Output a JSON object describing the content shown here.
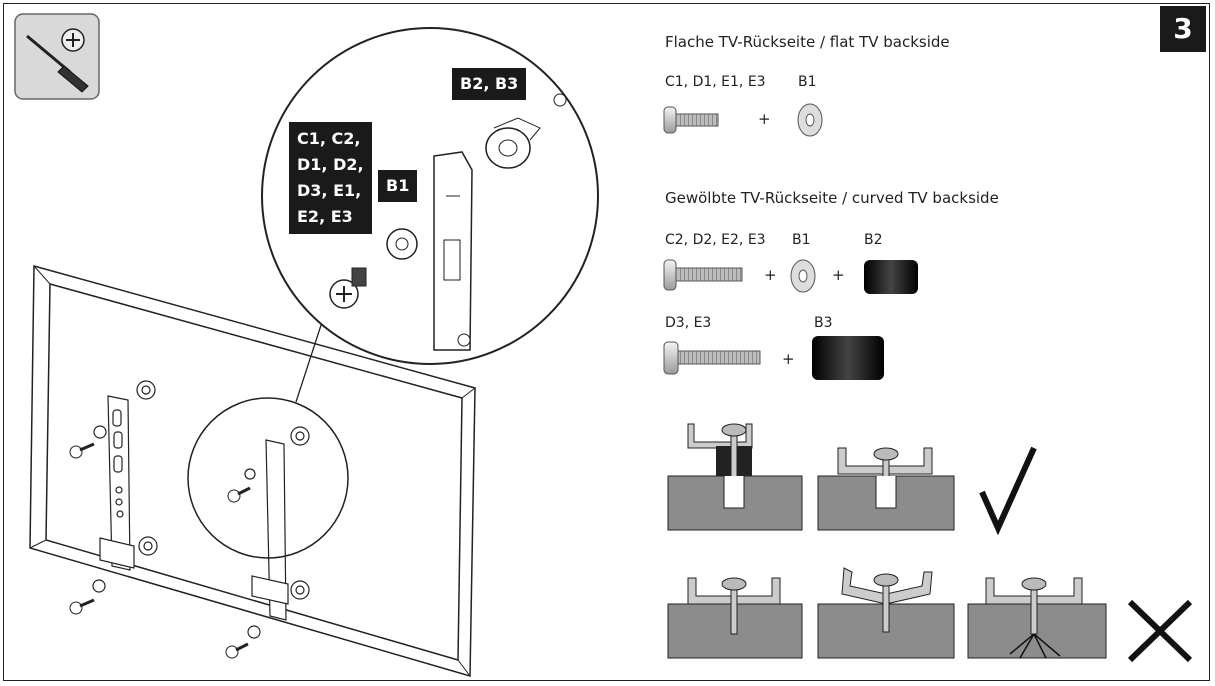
{
  "step_number": "3",
  "tool_icon": "screwdriver-icon",
  "callouts": {
    "screw_label": "C1, C2,\nD1, D2,\nD3, E1,\nE2, E3",
    "washer_label": "B1",
    "spacer_label": "B2, B3"
  },
  "flat_section": {
    "title": "Flache TV-Rückseite / flat TV backside",
    "row1": {
      "screw_label": "C1, D1, E1, E3",
      "plus": "+",
      "washer_label": "B1"
    }
  },
  "curved_section": {
    "title": "Gewölbte TV-Rückseite / curved TV backside",
    "row1": {
      "screw_label": "C2, D2, E2, E3",
      "washer_label": "B1",
      "spacer_label": "B2",
      "plus1": "+",
      "plus2": "+"
    },
    "row2": {
      "screw_label": "D3, E3",
      "spacer_label": "B3",
      "plus": "+"
    }
  },
  "examples": {
    "correct_icon": "checkmark-icon",
    "wrong_icon": "cross-icon"
  },
  "colors": {
    "ink": "#1a1a1a",
    "panel": "#8c8c8c",
    "tool_bg": "#d9d9d9"
  }
}
